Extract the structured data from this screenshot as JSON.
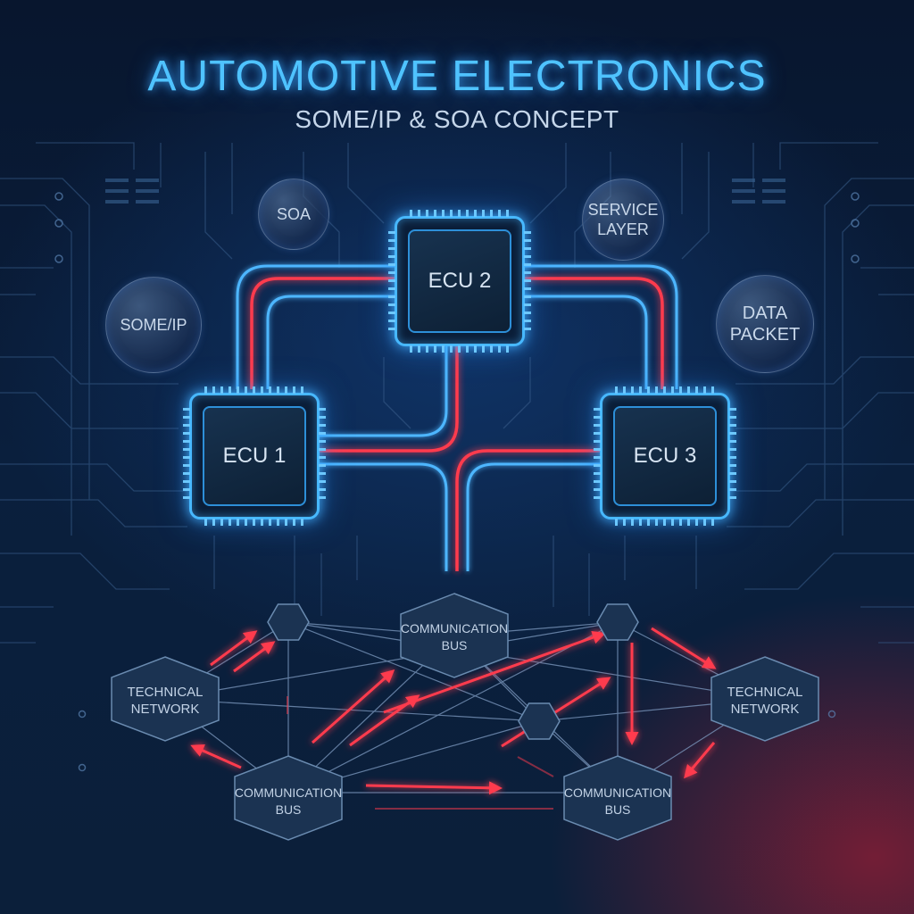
{
  "header": {
    "title": "AUTOMOTIVE ELECTRONICS",
    "subtitle": "SOME/IP & SOA CONCEPT"
  },
  "bubbles": {
    "soa": "SOA",
    "someip": "SOME/IP",
    "service_layer": "SERVICE\nLAYER",
    "data_packet": "DATA\nPACKET"
  },
  "ecus": {
    "ecu1": "ECU 1",
    "ecu2": "ECU 2",
    "ecu3": "ECU 3"
  },
  "network": {
    "bus_top": "COMMUNICATION\nBUS",
    "tech_left": "TECHNICAL\nNETWORK",
    "tech_right": "TECHNICAL\nNETWORK",
    "bus_bottom_left": "COMMUNICATION\nBUS",
    "bus_bottom_right": "COMMUNICATION\nBUS"
  },
  "colors": {
    "glow_blue": "#47b8ff",
    "link_red": "#ff3b4e",
    "hex_fill": "#1b3352",
    "hex_stroke": "#6a8bb0"
  }
}
